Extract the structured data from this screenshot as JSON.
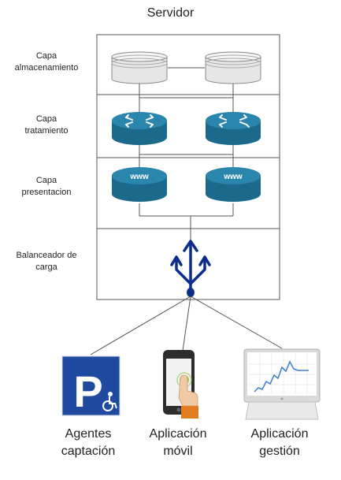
{
  "title": "Servidor",
  "layers": [
    {
      "id": "storage",
      "label_line1": "Capa",
      "label_line2": "almacenamiento"
    },
    {
      "id": "processing",
      "label_line1": "Capa",
      "label_line2": "tratamiento"
    },
    {
      "id": "presentation",
      "label_line1": "Capa",
      "label_line2": "presentacion"
    },
    {
      "id": "balancer",
      "label_line1": "Balanceador de",
      "label_line2": "carga"
    }
  ],
  "web_server_text": "www",
  "clients": [
    {
      "id": "agents",
      "line1": "Agentes",
      "line2": "captación",
      "icon": "parking-icon"
    },
    {
      "id": "mobile",
      "line1": "Aplicación",
      "line2": "móvil",
      "icon": "smartphone-icon"
    },
    {
      "id": "management",
      "line1": "Aplicación",
      "line2": "gestión",
      "icon": "monitor-icon"
    }
  ],
  "parking_letter": "P",
  "colors": {
    "router": "#1b6a8c",
    "balancer": "#0b2d8c",
    "parking": "#1f4aa0",
    "database": "#e6e6e6",
    "chart_line": "#3a7fd4"
  }
}
